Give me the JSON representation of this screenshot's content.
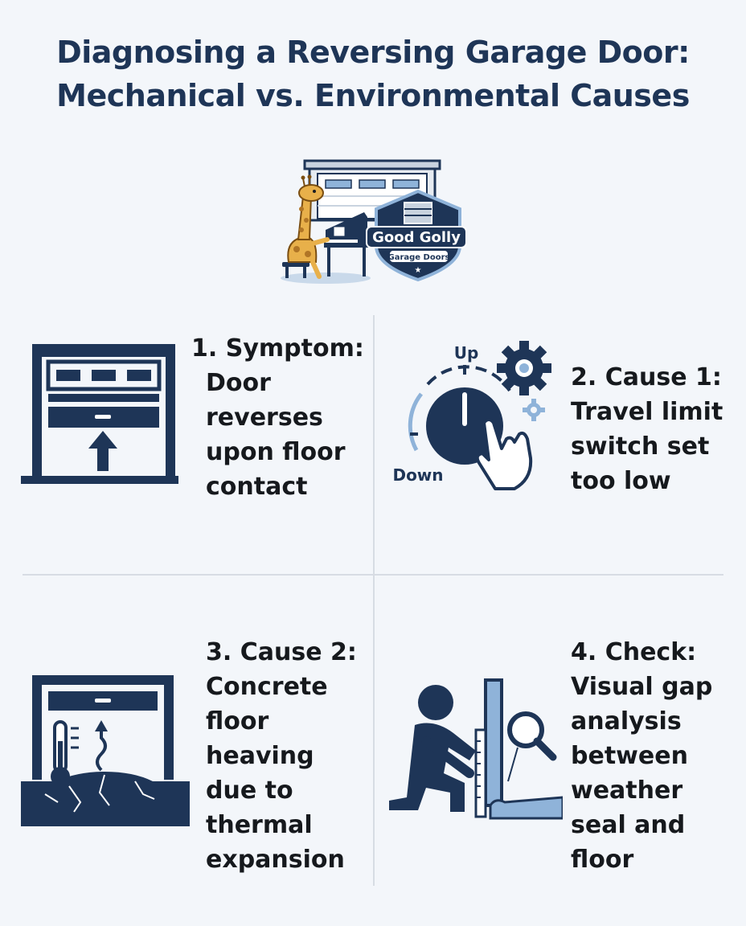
{
  "title": {
    "line1": "Diagnosing a Reversing Garage Door:",
    "line2": "Mechanical vs. Environmental Causes"
  },
  "logo": {
    "brand_line1": "Good Golly",
    "brand_line2": "Garage Doors",
    "mascot": "giraffe-piano-icon"
  },
  "colors": {
    "navy": "#1e3557",
    "light_blue": "#8fb3d9",
    "divider": "#d7dce3",
    "background": "#f3f6fa"
  },
  "panels": [
    {
      "icon": "garage-door-up-arrow-icon",
      "lines": [
        "1. Symptom:",
        "Door",
        "reverses",
        "upon floor",
        "contact"
      ]
    },
    {
      "icon": "limit-dial-gear-icon",
      "dial_up": "Up",
      "dial_down": "Down",
      "lines": [
        "2. Cause 1:",
        "Travel limit",
        "switch set",
        "too low"
      ]
    },
    {
      "icon": "floor-heave-thermometer-icon",
      "lines": [
        "3. Cause 2:",
        "Concrete",
        "floor",
        "heaving",
        "due to",
        "thermal",
        "expansion"
      ]
    },
    {
      "icon": "person-inspecting-gap-icon",
      "lines": [
        "4. Check:",
        "Visual gap",
        "analysis",
        "between",
        "weather",
        "seal and",
        "floor"
      ]
    }
  ]
}
